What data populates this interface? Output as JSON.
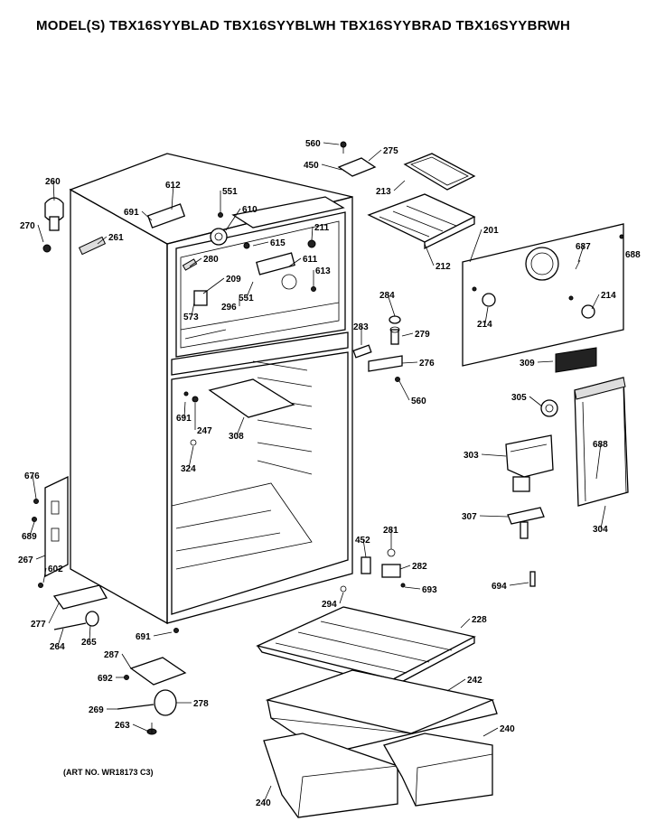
{
  "title": "MODEL(S) TBX16SYYBLAD  TBX16SYYBLWH  TBX16SYYBRAD  TBX16SYYBRWH",
  "art_no": "(ART NO. WR18173 C3)",
  "labels": [
    "560",
    "275",
    "450",
    "213",
    "260",
    "612",
    "551",
    "610",
    "691",
    "270",
    "261",
    "211",
    "615",
    "611",
    "280",
    "209",
    "613",
    "551",
    "573",
    "296",
    "212",
    "201",
    "687",
    "688",
    "214",
    "214",
    "284",
    "283",
    "279",
    "276",
    "560",
    "309",
    "305",
    "691",
    "247",
    "308",
    "324",
    "303",
    "688",
    "676",
    "689",
    "267",
    "602",
    "277",
    "264",
    "265",
    "691",
    "294",
    "452",
    "281",
    "282",
    "693",
    "307",
    "304",
    "694",
    "228",
    "287",
    "692",
    "278",
    "269",
    "263",
    "242",
    "240",
    "240"
  ]
}
